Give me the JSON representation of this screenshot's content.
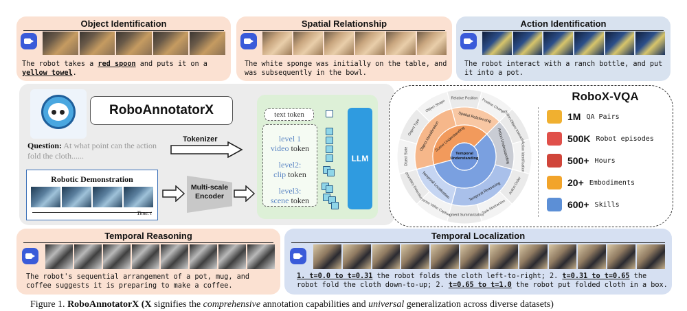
{
  "panels": {
    "object_identification": {
      "title": "Object Identification",
      "caption_parts": [
        "The robot takes a ",
        "red spoon",
        " and puts it on a ",
        "yellow towel",
        "."
      ]
    },
    "spatial_relationship": {
      "title": "Spatial Relationship",
      "caption": "The white sponge was initially on the table, and was subsequently in the bowl."
    },
    "action_identification": {
      "title": "Action Identification",
      "caption": "The robot interact with a ranch bottle, and put it into a pot."
    },
    "temporal_reasoning": {
      "title": "Temporal Reasoning",
      "caption": "The robot's sequential arrangement of a pot, mug, and coffee suggests it is preparing to make a coffee."
    },
    "temporal_localization": {
      "title": "Temporal Localization",
      "caption_parts": [
        "1. t=0.0 to t=0.31",
        " the robot folds the cloth left-to-right; 2. ",
        "t=0.31 to t=0.65",
        " the robot fold the cloth down-to-up;  2. ",
        "t=0.65 to t=1.0",
        " the robot put folded cloth in  a box."
      ]
    }
  },
  "center": {
    "logo_text": "RoboAnnotatorX",
    "question_label": "Question:",
    "question_text": " At what point can the action fold the cloth......",
    "tokenizer_label": "Tokenizer",
    "demo_title": "Robotic Demonstration",
    "time_label": "Time. t",
    "encoder_label": "Multi-scale Encoder",
    "text_token": "text token",
    "level1_a": "level 1",
    "level1_b": "video",
    "level1_c": " token",
    "level2_a": "level2:",
    "level2_b": "clip",
    "level2_c": " token",
    "level3_a": "level3:",
    "level3_b": "scene",
    "level3_c": " token",
    "llm_label": "LLM"
  },
  "roboxvqa": {
    "title": "RoboX-VQA",
    "stats": [
      {
        "num": "1M",
        "text": "QA Pairs",
        "icon": "qa-chart-icon",
        "color": "#f0b030"
      },
      {
        "num": "500K",
        "text": "Robot episodes",
        "icon": "episodes-icon",
        "color": "#e0504a"
      },
      {
        "num": "500+",
        "text": "Hours",
        "icon": "film-icon",
        "color": "#d0453a"
      },
      {
        "num": "20+",
        "text": "Embodiments",
        "icon": "robot-arm-icon",
        "color": "#f2a42a"
      },
      {
        "num": "600+",
        "text": "Skills",
        "icon": "skills-icon",
        "color": "#5c8fd6"
      }
    ],
    "wheel": {
      "center": "Temporal Understanding",
      "inner": [
        {
          "label": "Scene Understanding",
          "color": "#f29a5c"
        },
        {
          "label": "Action Understanding",
          "color": "#b4b8c2"
        },
        {
          "label": "Temporal Reasoning",
          "color": "#8faee0"
        },
        {
          "label": "Temporal Localization",
          "color": "#b8cbef"
        }
      ],
      "middle": [
        {
          "label": "Object Identification",
          "color": "#f6b78a"
        },
        {
          "label": "Spatial Relationship",
          "color": "#f8c7a3"
        }
      ],
      "outer": [
        "Relative Position",
        "Position Change",
        "Action-Object Interaction",
        "Action Identification",
        "Action Order",
        "Task Abstraction",
        "Segment Summarization",
        "Dense Video Caption",
        "Boundary Detection",
        "Object State",
        "Object Type",
        "Object Shape"
      ]
    }
  },
  "figure_caption": {
    "prefix": "Figure 1.  ",
    "bold1": "RoboAnnotatorX (X",
    "text1": " signifies the ",
    "ital1": "comprehensive",
    "text2": " annotation capabilities and ",
    "ital2": "universal",
    "text3": " generalization across diverse datasets)"
  }
}
